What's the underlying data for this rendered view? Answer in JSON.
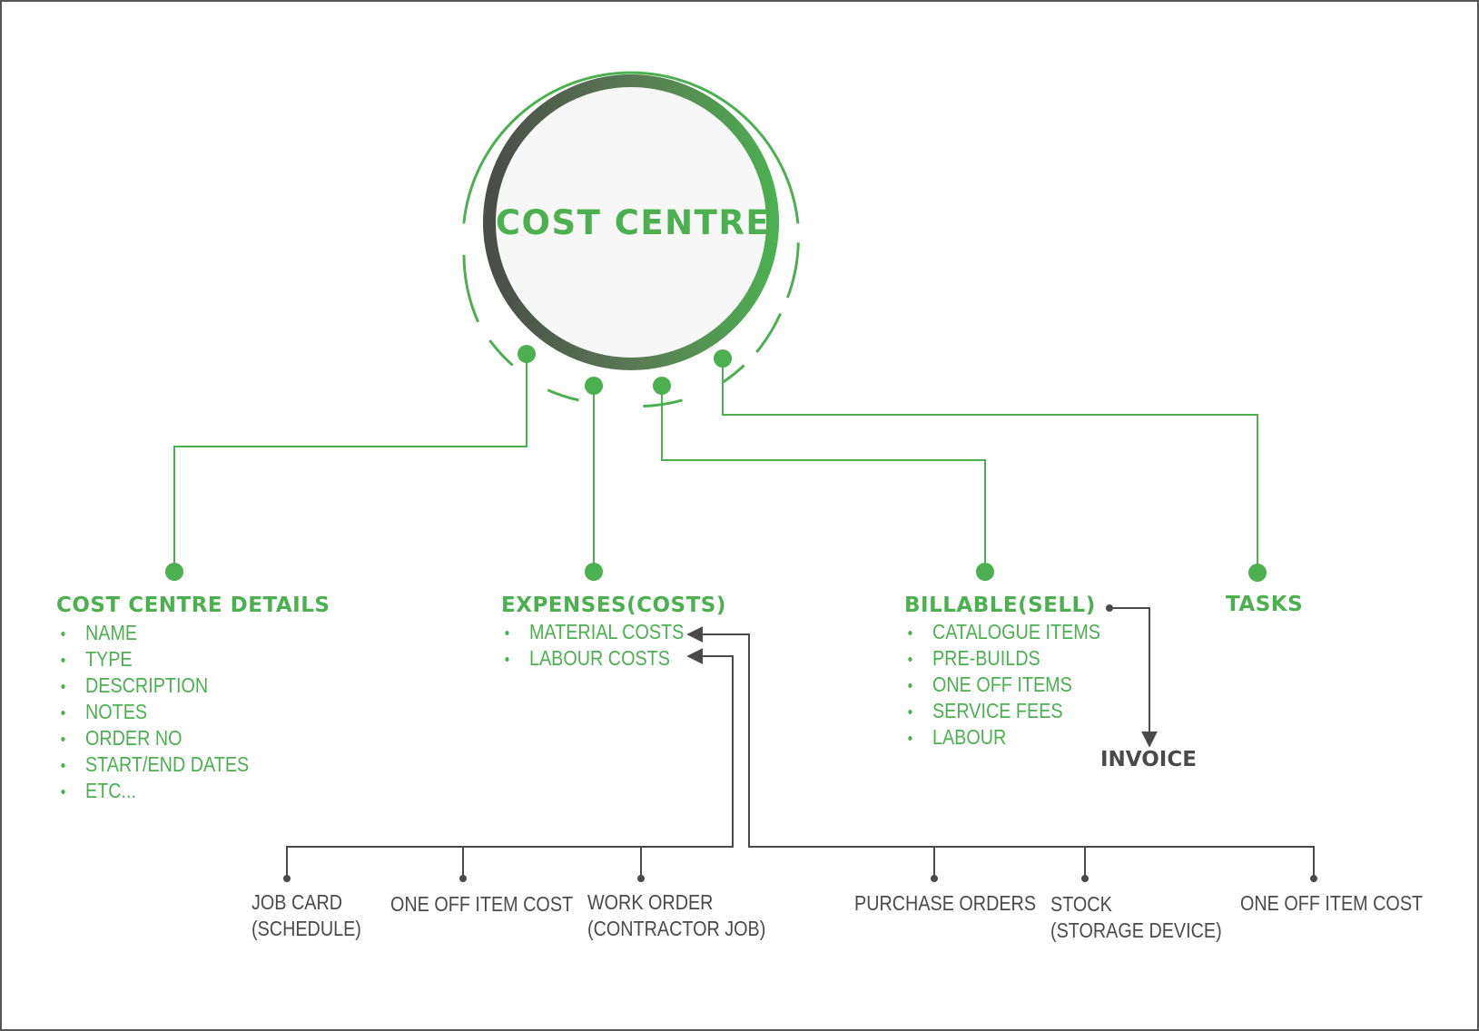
{
  "center": {
    "title": "COST CENTRE"
  },
  "branches": {
    "details": {
      "title": "COST CENTRE DETAILS",
      "items": [
        "NAME",
        "TYPE",
        "DESCRIPTION",
        "NOTES",
        "ORDER NO",
        "START/END DATES",
        "ETC..."
      ]
    },
    "expenses": {
      "title": "EXPENSES(COSTS)",
      "items": [
        "MATERIAL COSTS",
        "LABOUR COSTS"
      ]
    },
    "billable": {
      "title": "BILLABLE(SELL)",
      "items": [
        "CATALOGUE ITEMS",
        "PRE-BUILDS",
        "ONE OFF ITEMS",
        "SERVICE FEES",
        "LABOUR"
      ]
    },
    "tasks": {
      "title": "TASKS"
    }
  },
  "invoice": {
    "label": "INVOICE"
  },
  "labour_sources": [
    {
      "line1": "JOB CARD",
      "line2": "(SCHEDULE)"
    },
    {
      "line1": "ONE OFF ITEM COST",
      "line2": ""
    },
    {
      "line1": "WORK ORDER",
      "line2": "(CONTRACTOR JOB)"
    }
  ],
  "material_sources": [
    {
      "line1": "PURCHASE ORDERS",
      "line2": ""
    },
    {
      "line1": "STOCK",
      "line2": "(STORAGE DEVICE)"
    },
    {
      "line1": "ONE OFF ITEM COST",
      "line2": ""
    }
  ],
  "colors": {
    "accent_green": "#4caf50",
    "dark_gray": "#4a4a4a",
    "ring_dark": "#4f5a4c",
    "circle_fill": "#f7f7f7",
    "frame": "#555555"
  }
}
